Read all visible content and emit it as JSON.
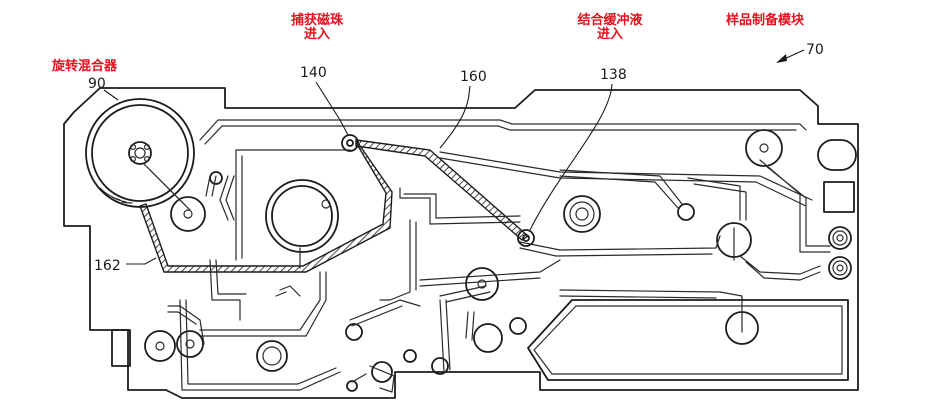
{
  "annotations": {
    "rotary_mixer": "旋转混合器",
    "capture_beads_line1": "捕获磁珠",
    "capture_beads_line2": "进入",
    "binding_buffer_line1": "结合缓冲液",
    "binding_buffer_line2": "进入",
    "sample_prep_module": "样品制备模块"
  },
  "reference_numerals": {
    "mixer": "90",
    "beads_inlet": "140",
    "channel": "160",
    "buffer_inlet": "138",
    "module": "70",
    "hatched_channel": "162"
  },
  "colors": {
    "annotation": "#e4121e",
    "line": "#1c1c1c"
  }
}
